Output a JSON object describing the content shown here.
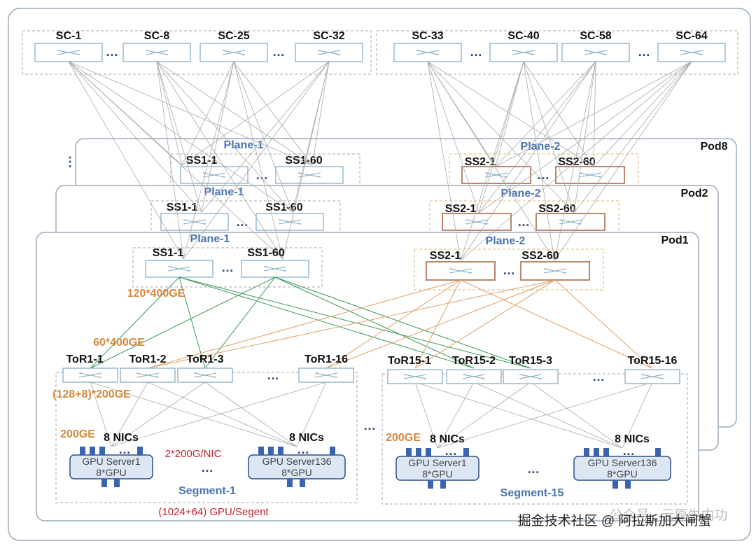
{
  "spine_core": {
    "left_labels": [
      "SC-1",
      "SC-8",
      "SC-25",
      "SC-32"
    ],
    "right_labels": [
      "SC-33",
      "SC-40",
      "SC-58",
      "SC-64"
    ]
  },
  "pods": [
    {
      "name": "Pod8",
      "plane1": "Plane-1",
      "plane2": "Plane-2",
      "ss1_first": "SS1-1",
      "ss1_last": "SS1-60",
      "ss2_first": "SS2-1",
      "ss2_last": "SS2-60"
    },
    {
      "name": "Pod2",
      "plane1": "Plane-1",
      "plane2": "Plane-2",
      "ss1_first": "SS1-1",
      "ss1_last": "SS1-60",
      "ss2_first": "SS2-1",
      "ss2_last": "SS2-60"
    },
    {
      "name": "Pod1",
      "plane1": "Plane-1",
      "plane2": "Plane-2",
      "ss1_first": "SS1-1",
      "ss1_last": "SS1-60",
      "ss2_first": "SS2-1",
      "ss2_last": "SS2-60"
    }
  ],
  "link_labels": {
    "ss_uplink": "120*400GE",
    "tor_uplink": "60*400GE",
    "tor_downlink": "(128+8)*200GE",
    "nic_speed_1": "200GE",
    "nic_speed_2": "200GE",
    "nic_config": "2*200G/NIC",
    "gpu_per_segment": "(1024+64)  GPU/Segent"
  },
  "segments": [
    {
      "name": "Segment-1",
      "tors": [
        "ToR1-1",
        "ToR1-2",
        "ToR1-3",
        "ToR1-16"
      ],
      "servers": [
        {
          "name": "GPU Server1",
          "gpus": "8*GPU",
          "nics": "8 NICs"
        },
        {
          "name": "GPU Server136",
          "gpus": "8*GPU",
          "nics": "8 NICs"
        }
      ]
    },
    {
      "name": "Segment-15",
      "tors": [
        "ToR15-1",
        "ToR15-2",
        "ToR15-3",
        "ToR15-16"
      ],
      "servers": [
        {
          "name": "GPU Server1",
          "gpus": "8*GPU",
          "nics": "8 NICs"
        },
        {
          "name": "GPU Server136",
          "gpus": "8*GPU",
          "nics": "8 NICs"
        }
      ]
    }
  ],
  "ellipsis": "…",
  "vertical_ellipsis": "⋮",
  "watermark": {
    "faded": "公众号 · 云原生内功",
    "text": "掘金技术社区 @ 阿拉斯加大闸蟹"
  },
  "colors": {
    "frame": "#9aaab8",
    "switch": "#7fa8c4",
    "ss2_switch": "#b9876a",
    "green_link": "#3a9a5a",
    "orange_link": "#e0a068",
    "gray_link": "#aaaaaa",
    "server_fill": "#dde7f4",
    "server_border": "#2f4f86",
    "nic": "#3a64b0"
  }
}
